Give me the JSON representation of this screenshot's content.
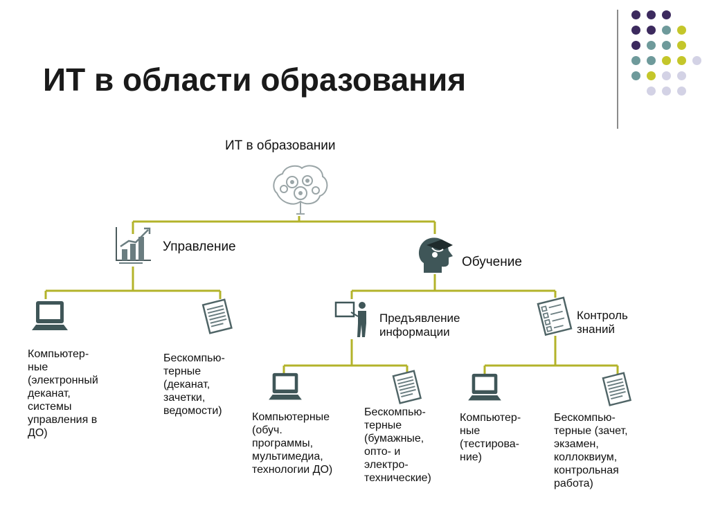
{
  "title": "ИТ в области образования",
  "colors": {
    "line": "#b3b32a",
    "purple": "#3c2a5e",
    "teal": "#6e9a9b",
    "lime": "#c4c62a",
    "lavender": "#d3d2e5"
  },
  "decoration": {
    "dots": [
      [
        "purple",
        "purple",
        "purple"
      ],
      [
        "purple",
        "purple",
        "teal",
        "lime"
      ],
      [
        "purple",
        "teal",
        "teal",
        "lime"
      ],
      [
        "teal",
        "teal",
        "lime",
        "lime",
        "lavender"
      ],
      [
        "teal",
        "lime",
        "lavender",
        "lavender"
      ],
      [
        "lavender",
        "lavender",
        "lavender"
      ]
    ]
  },
  "diagram": {
    "root": {
      "label": "ИТ в образовании",
      "icon": "brain-gears-icon"
    },
    "management": {
      "label": "Управление",
      "icon": "bar-chart-icon",
      "computer": {
        "label": "Компьютер-\nные\n(электронный\nдеканат,\nсистемы\nуправления в\nДО)",
        "icon": "laptop-icon"
      },
      "paper": {
        "label": "Бескомпью-\nтерные\n(деканат,\nзачетки,\nведомости)",
        "icon": "document-icon"
      }
    },
    "learning": {
      "label": "Обучение",
      "icon": "head-graduation-cap-icon",
      "presentation": {
        "label": "Предъявление\nинформации",
        "icon": "teacher-board-icon",
        "computer": {
          "label": "Компьютерные\n(обуч.\nпрограммы,\nмультимедиа,\nтехнологии ДО)",
          "icon": "laptop-icon"
        },
        "paper": {
          "label": "Бескомпью-\nтерные\n(бумажные,\nопто- и\nэлектро-\nтехнические)",
          "icon": "document-icon"
        }
      },
      "control": {
        "label": "Контроль\nзнаний",
        "icon": "checklist-icon",
        "computer": {
          "label": "Компьютер-\nные\n(тестирова-\nние)",
          "icon": "laptop-icon"
        },
        "paper": {
          "label": "Бескомпью-\nтерные (зачет,\nэкзамен,\nколлоквиум,\nконтрольная\nработа)",
          "icon": "document-icon"
        }
      }
    }
  }
}
